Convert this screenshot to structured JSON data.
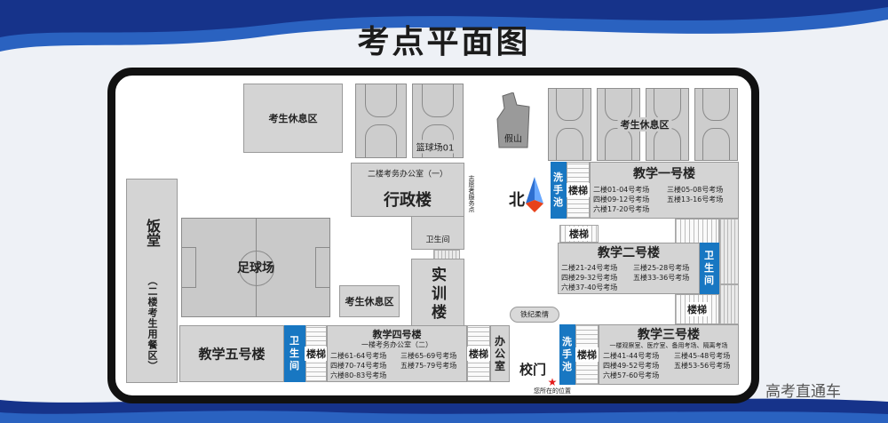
{
  "colors": {
    "accent_blue": "#1877c2",
    "building_gray": "#d4d4d4",
    "banner_blue": "#1a3a8c"
  },
  "title": "考点平面图",
  "north": "北",
  "labels": {
    "rest_area_top": "考生休息区",
    "basketball": "篮球场01",
    "rockery": "假山",
    "rest_area_right": "考生休息区",
    "admin_office1": "二楼考务办公室（一）",
    "admin_building": "行政楼",
    "volunteer": "志愿者服务点",
    "wc_admin": "卫生间",
    "cafeteria": "饭堂",
    "cafeteria_note": "（二楼考生用餐区）",
    "football": "足球场",
    "rest_area_bottom": "考生休息区",
    "training": "实训楼",
    "iron_discipline": "铁纪柔情",
    "office": "办公室",
    "gate": "校门",
    "you_are_here": "您所在的位置",
    "stairs": "楼梯"
  },
  "teach1": {
    "name": "教学一号楼",
    "wash": "洗手池",
    "rooms_left": [
      "二楼01-04号考场",
      "四楼09-12号考场",
      "六楼17-20号考场"
    ],
    "rooms_right": [
      "三楼05-08号考场",
      "五楼13-16号考场"
    ]
  },
  "teach2": {
    "name": "教学二号楼",
    "wc": "卫生间",
    "rooms_left": [
      "二楼21-24号考场",
      "四楼29-32号考场",
      "六楼37-40号考场"
    ],
    "rooms_right": [
      "三楼25-28号考场",
      "五楼33-36号考场"
    ]
  },
  "teach3": {
    "name": "教学三号楼",
    "wash": "洗手池",
    "room_top": "一楼观察室、医疗室、备用考场、隔离考场",
    "rooms_left": [
      "二楼41-44号考场",
      "四楼49-52号考场",
      "六楼57-60号考场"
    ],
    "rooms_right": [
      "三楼45-48号考场",
      "五楼53-56号考场"
    ]
  },
  "teach4": {
    "name": "教学四号楼",
    "office2": "一楼考务办公室（二）",
    "rooms_left": [
      "二楼61-64号考场",
      "四楼70-74号考场",
      "六楼80-83号考场"
    ],
    "rooms_right": [
      "三楼65-69号考场",
      "五楼75-79号考场"
    ]
  },
  "teach5": {
    "name": "教学五号楼",
    "wc": "卫生间"
  },
  "watermark": "高考直通车"
}
